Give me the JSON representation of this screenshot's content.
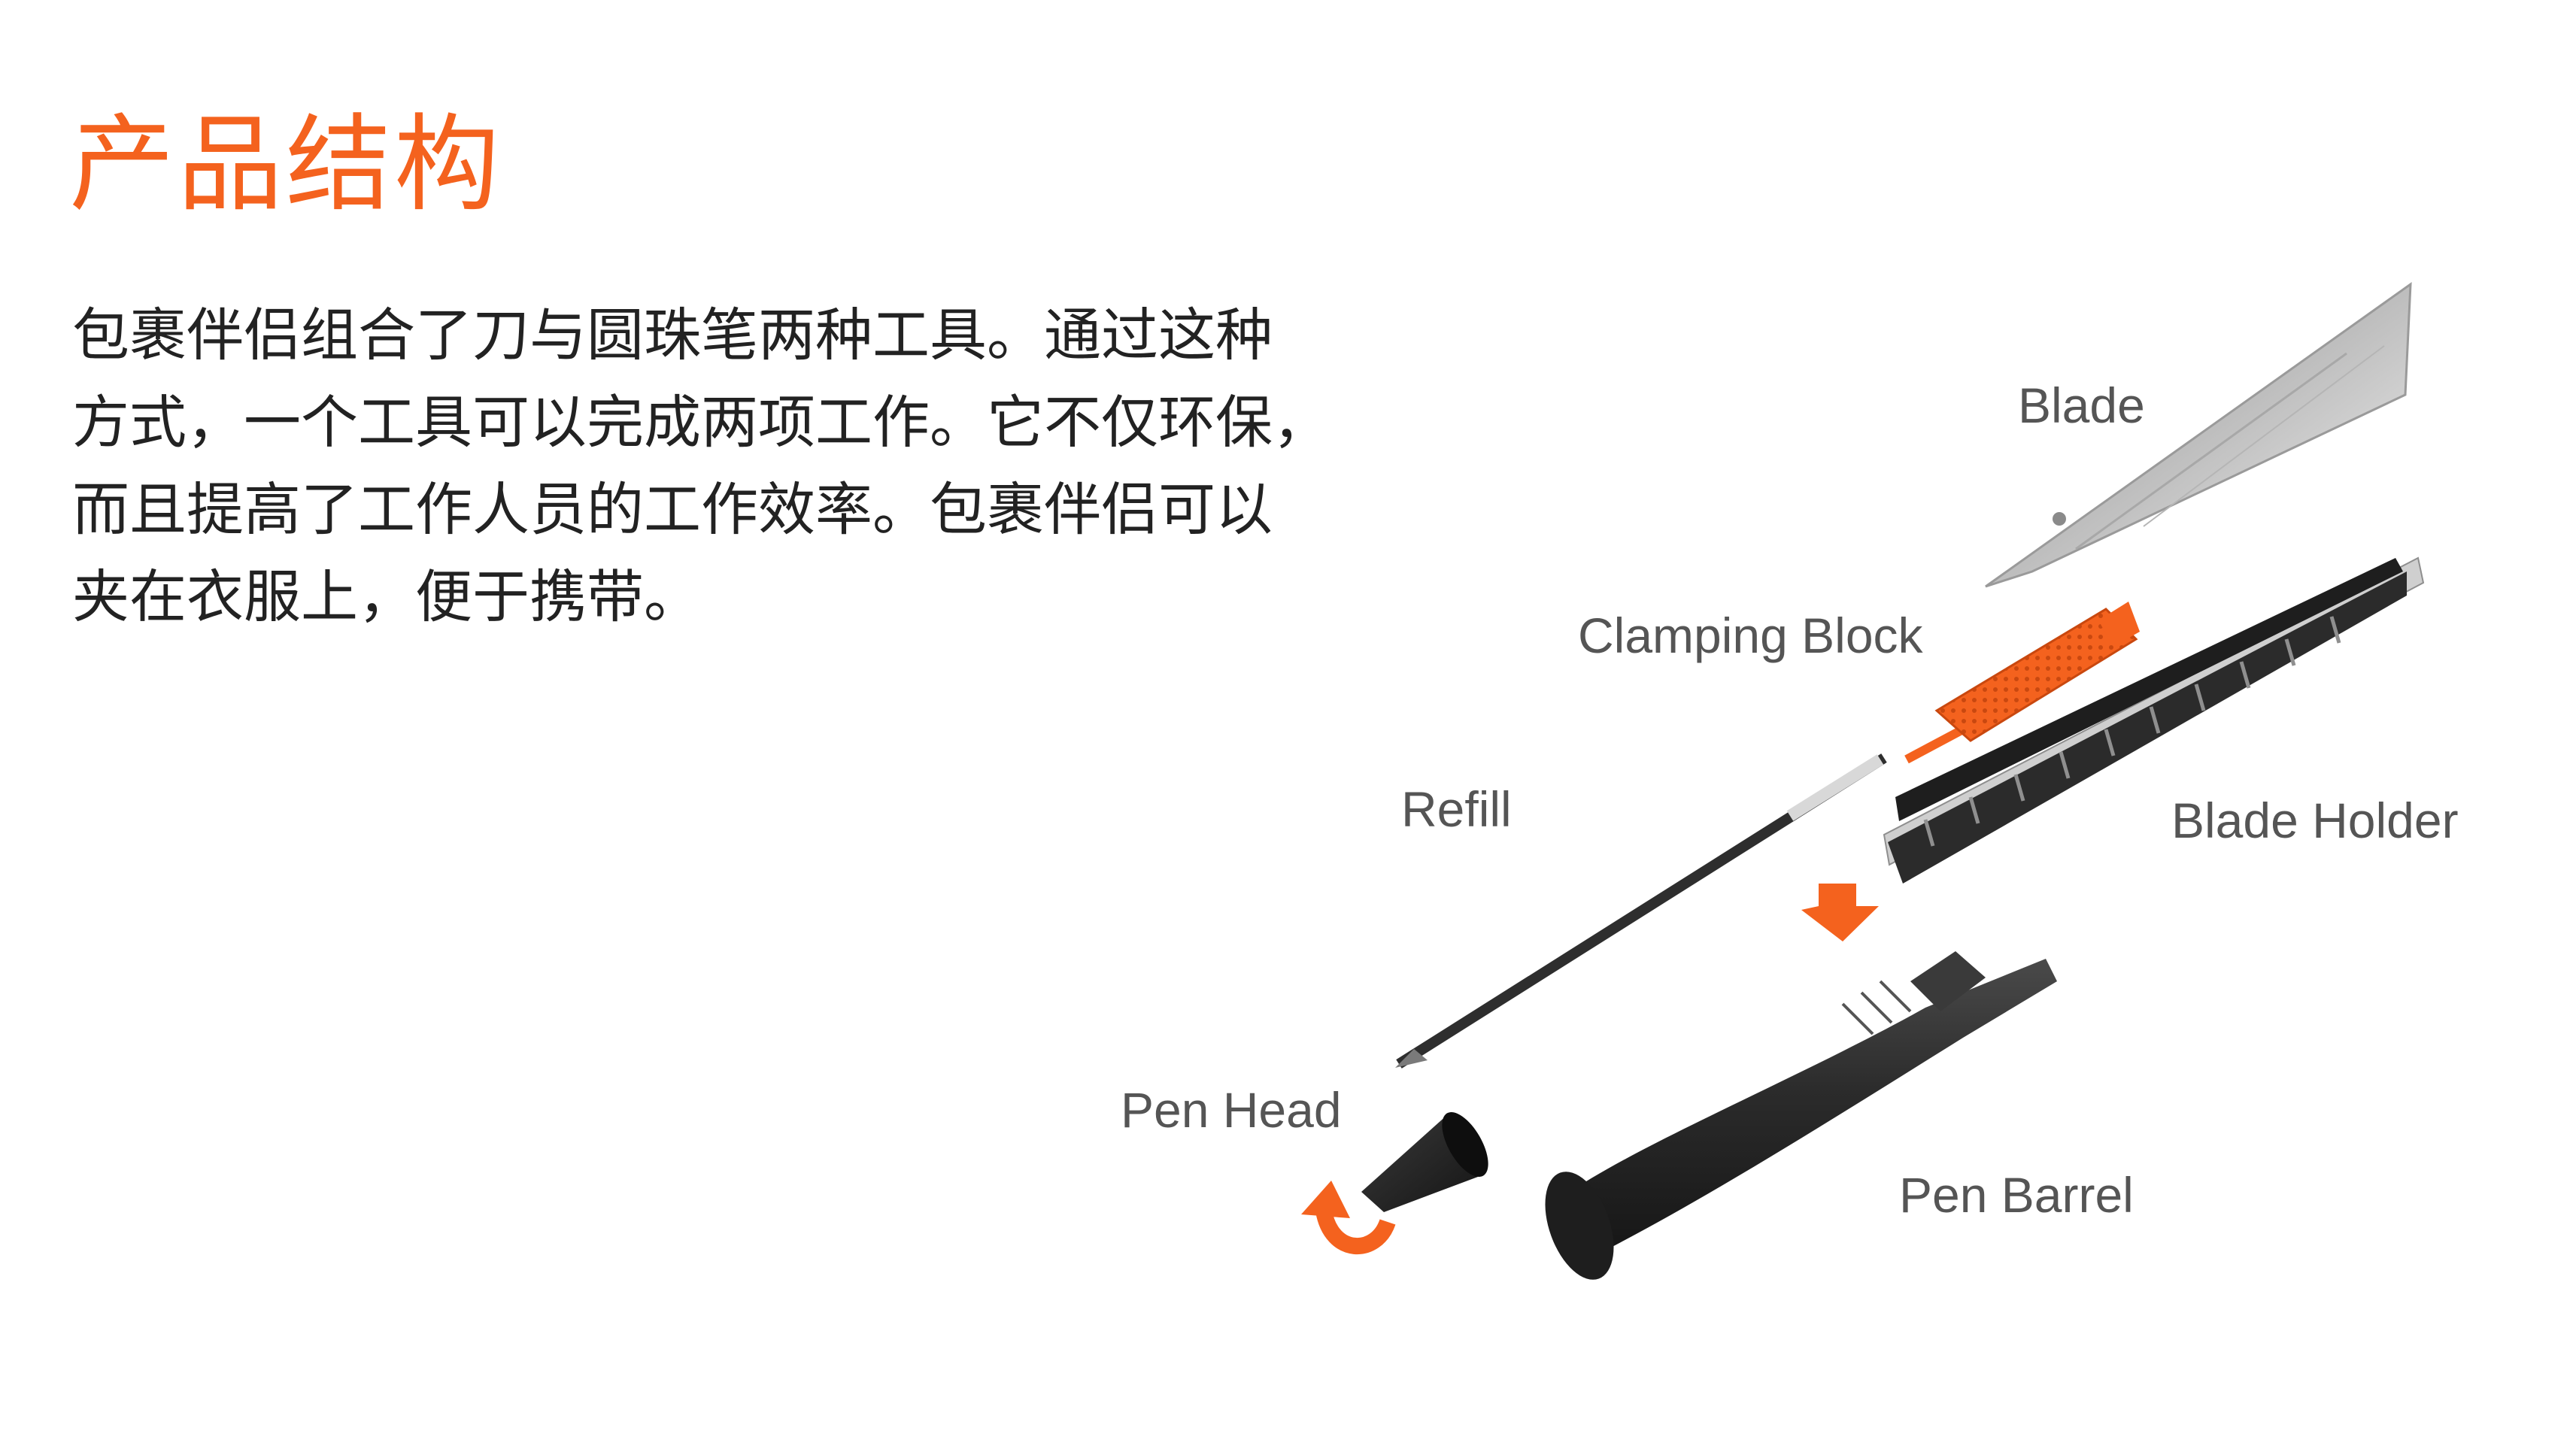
{
  "title": "产品结构",
  "description": {
    "lines": [
      "包裹伴侣组合了刀与圆珠笔两种工具。通过这种",
      "方式，一个工具可以完成两项工作。它不仅环保，",
      "而且提高了工作人员的工作效率。包裹伴侣可以",
      "夹在衣服上，便于携带。"
    ]
  },
  "labels": {
    "blade": "Blade",
    "clamping_block": "Clamping Block",
    "refill": "Refill",
    "blade_holder": "Blade Holder",
    "pen_head": "Pen Head",
    "pen_barrel": "Pen Barrel"
  },
  "colors": {
    "accent": "#F4621E",
    "body_text": "#222222",
    "label_text": "#555555",
    "part_black": "#2a2a2a",
    "blade_silver": "#cfcfcf"
  }
}
